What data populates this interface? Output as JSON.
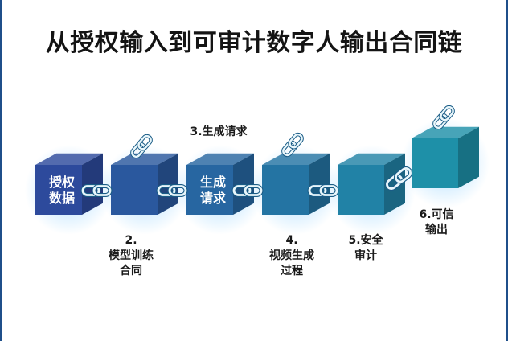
{
  "title": "从授权输入到可审计数字人输出合同链",
  "blocks": [
    {
      "face_lines": [
        "授权",
        "数据"
      ]
    },
    {
      "face_lines": []
    },
    {
      "face_lines": [
        "生成",
        "请求"
      ]
    },
    {
      "face_lines": []
    },
    {
      "face_lines": []
    },
    {
      "face_lines": []
    }
  ],
  "labels": {
    "step2": [
      "2.",
      "模型训练",
      "合同"
    ],
    "step3": [
      "3.生成请求"
    ],
    "step4": [
      "4.",
      "视频生成",
      "过程"
    ],
    "step5": [
      "5.安全",
      "审计"
    ],
    "step6": [
      "6.可信",
      "输出"
    ]
  },
  "icons": [
    "chain-link-icon"
  ],
  "colors": {
    "cube_start": "#2d4a9c",
    "cube_end": "#1e90a8",
    "link": "#e8f6fb",
    "title": "#141414"
  }
}
